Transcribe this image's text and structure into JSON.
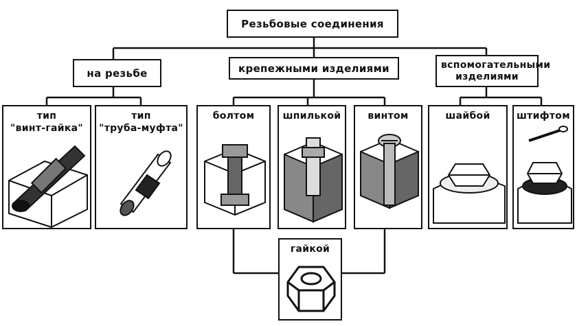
{
  "root": {
    "label": "Резьбовые соединения"
  },
  "categories": {
    "thread": {
      "label": "на резьбе"
    },
    "fasteners": {
      "label": "крепежными изделиями"
    },
    "auxiliary": {
      "label": "вспомогательными изделиями"
    }
  },
  "panels": {
    "screw_nut": {
      "line1": "тип",
      "line2": "\"винт-гайка\""
    },
    "pipe_coupling": {
      "line1": "тип",
      "line2": "\"труба-муфта\""
    },
    "bolt": {
      "title": "болтом"
    },
    "stud": {
      "title": "шпилькой"
    },
    "screw": {
      "title": "винтом"
    },
    "nut": {
      "title": "гайкой"
    },
    "washer": {
      "title": "шайбой"
    },
    "pin": {
      "title": "штифтом"
    }
  },
  "colors": {
    "ink": "#111111",
    "paper": "#ffffff"
  }
}
